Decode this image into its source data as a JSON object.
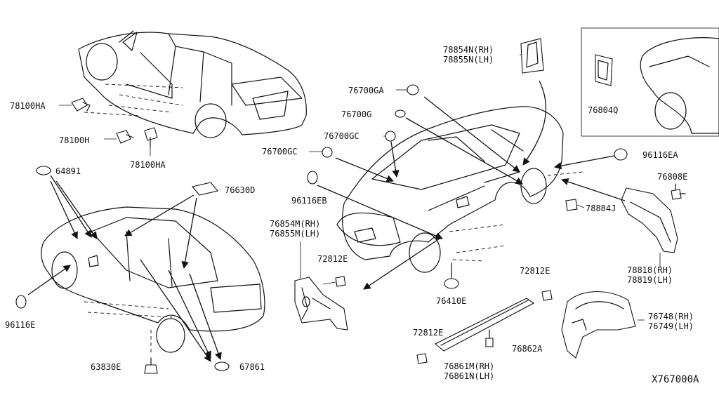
{
  "diagram_code": "X767000A",
  "labels": {
    "p78100HA_top": "78100HA",
    "p78100H": "78100H",
    "p78100HA_bot": "78100HA",
    "p78854N": "78854N(RH)",
    "p78855N": "78855N(LH)",
    "p76804Q": "76804Q",
    "p76700GA": "76700GA",
    "p76700G": "76700G",
    "p76700GC_a": "76700GC",
    "p76700GC_b": "76700GC",
    "p96116EA": "96116EA",
    "p76808E": "76808E",
    "p78884J": "78884J",
    "p96116EB": "96116EB",
    "p64891": "64891",
    "p76630D": "76630D",
    "p76854M": "76854M(RH)",
    "p76855M": "76855M(LH)",
    "p72812E_a": "72812E",
    "p72812E_b": "72812E",
    "p72812E_c": "72812E",
    "p78818": "78818(RH)",
    "p78819": "78819(LH)",
    "p76410E": "76410E",
    "p76748": "76748(RH)",
    "p76749": "76749(LH)",
    "p96116E": "96116E",
    "p76862A": "76862A",
    "p76861M": "76861M(RH)",
    "p76861N": "76861N(LH)",
    "p63830E": "63830E",
    "p67861": "67861"
  }
}
